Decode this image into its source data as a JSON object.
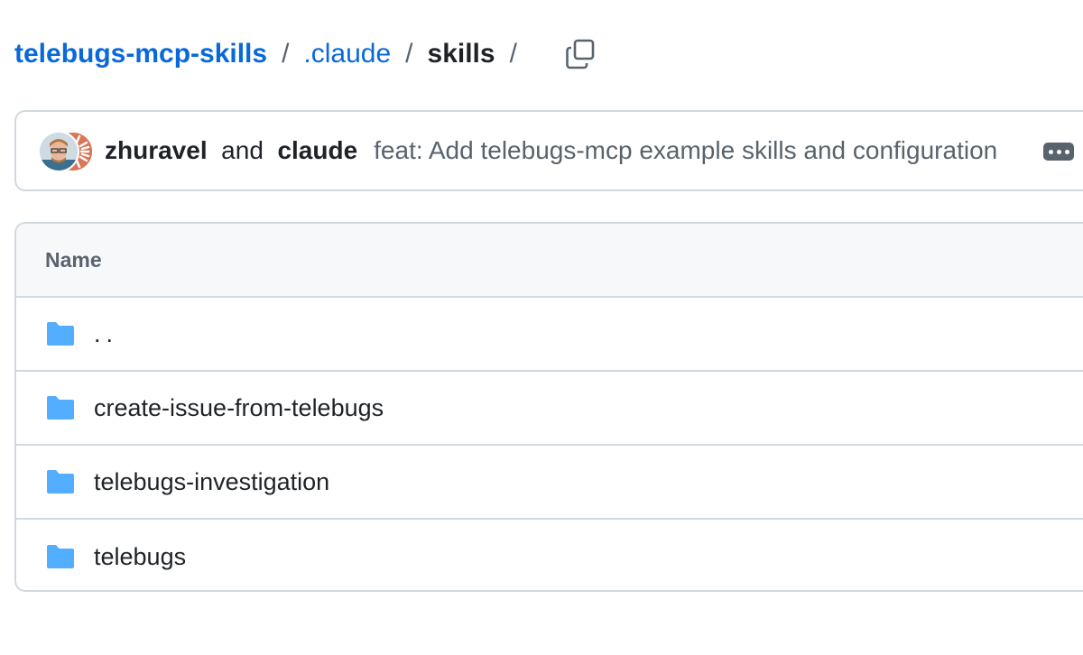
{
  "breadcrumb": {
    "repo": "telebugs-mcp-skills",
    "folder": ".claude",
    "current": "skills",
    "separator": "/",
    "copy_icon": "copy-icon"
  },
  "commit": {
    "author1": "zhuravel",
    "conjunction": "and",
    "author2": "claude",
    "message": "feat: Add telebugs-mcp example skills and configuration",
    "more_icon": "kebab-horizontal-icon"
  },
  "table": {
    "header": "Name",
    "rows": [
      {
        "label": "..",
        "icon": "folder-icon"
      },
      {
        "label": "create-issue-from-telebugs",
        "icon": "folder-icon"
      },
      {
        "label": "telebugs-investigation",
        "icon": "folder-icon"
      },
      {
        "label": "telebugs",
        "icon": "folder-icon"
      }
    ]
  },
  "colors": {
    "link": "#0969da",
    "folder": "#54aeff",
    "border": "#d1d9e0",
    "muted": "#59636e"
  }
}
